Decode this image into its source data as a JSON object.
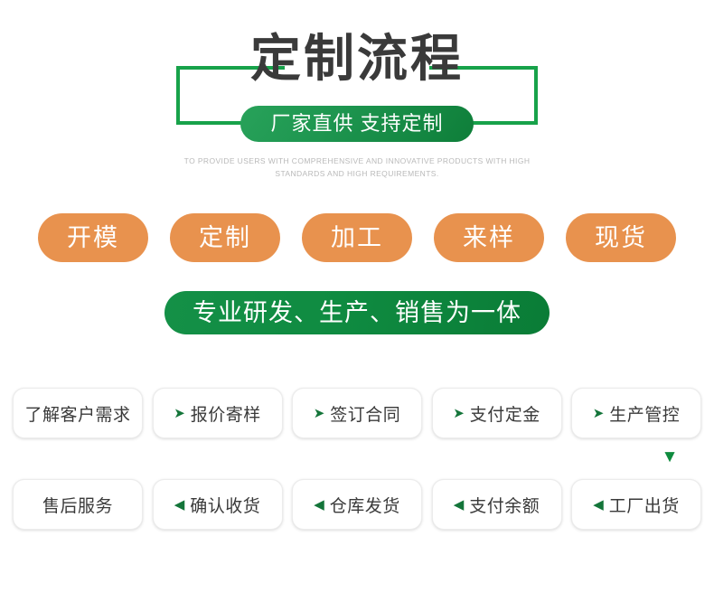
{
  "header": {
    "title": "定制流程",
    "badge": "厂家直供 支持定制",
    "subtitle_line1": "TO PROVIDE USERS WITH COMPREHENSIVE AND INNOVATIVE PRODUCTS WITH HIGH",
    "subtitle_line2": "STANDARDS AND HIGH REQUIREMENTS.",
    "frame_color": "#17A24A",
    "title_color": "#3a3a3a",
    "badge_color": "#1E9650"
  },
  "pills": {
    "color": "#E8924E",
    "items": [
      {
        "label": "开模"
      },
      {
        "label": "定制"
      },
      {
        "label": "加工"
      },
      {
        "label": "来样"
      },
      {
        "label": "现货"
      }
    ]
  },
  "banner": {
    "label": "专业研发、生产、销售为一体",
    "color": "#0F8B41"
  },
  "flow": {
    "arrow_color": "#14753A",
    "down_arrow_glyph": "▼",
    "row1": [
      {
        "arrow": "",
        "label": "了解客户需求"
      },
      {
        "arrow": "➤",
        "label": "报价寄样"
      },
      {
        "arrow": "➤",
        "label": "签订合同"
      },
      {
        "arrow": "➤",
        "label": "支付定金"
      },
      {
        "arrow": "➤",
        "label": "生产管控"
      }
    ],
    "row2": [
      {
        "arrow": "",
        "label": "售后服务"
      },
      {
        "arrow": "◀",
        "label": "确认收货"
      },
      {
        "arrow": "◀",
        "label": "仓库发货"
      },
      {
        "arrow": "◀",
        "label": "支付余额"
      },
      {
        "arrow": "◀",
        "label": "工厂出货"
      }
    ]
  }
}
